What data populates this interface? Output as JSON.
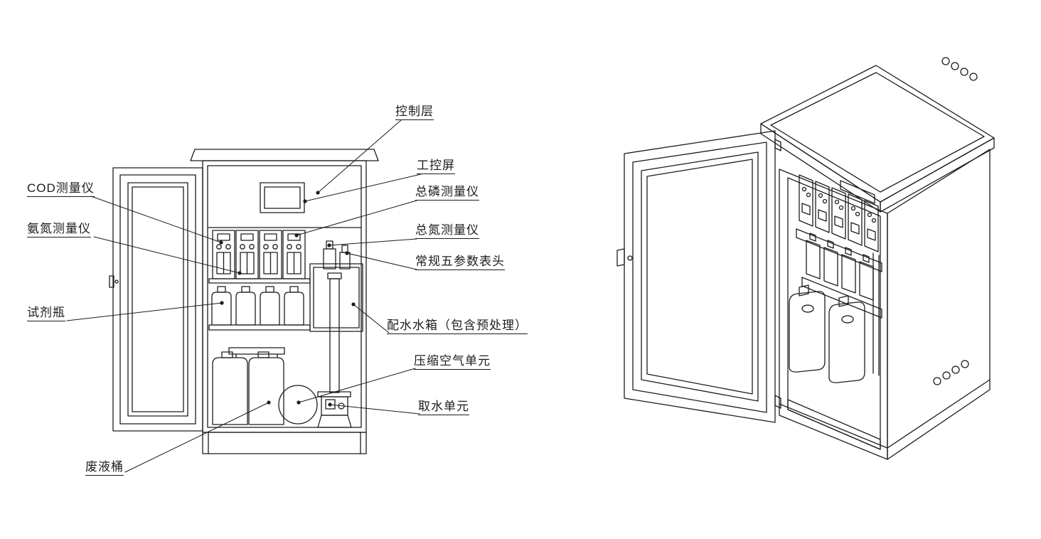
{
  "labels": {
    "control_layer": "控制层",
    "industrial_screen": "工控屏",
    "tp_analyzer": "总磷测量仪",
    "tn_analyzer": "总氮测量仪",
    "five_param_meter": "常规五参数表头",
    "cod_analyzer": "COD测量仪",
    "nh3n_analyzer": "氨氮测量仪",
    "reagent_bottle": "试剂瓶",
    "water_tank": "配水水箱（包含预处理）",
    "compressed_air_unit": "压缩空气单元",
    "water_intake_unit": "取水单元",
    "waste_barrel": "废液桶"
  },
  "colors": {
    "line": "#1c1c1c",
    "background": "#ffffff"
  }
}
